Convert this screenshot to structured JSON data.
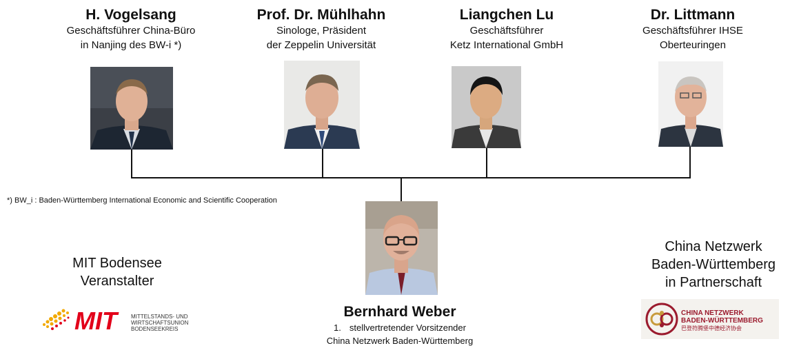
{
  "people": [
    {
      "name": "H. Vogelsang",
      "role1": "Geschäftsführer China-Büro",
      "role2": "in Nanjing des BW-i *)"
    },
    {
      "name": "Prof. Dr. Mühlhahn",
      "role1": "Sinologe, Präsident",
      "role2": "der Zeppelin Universität"
    },
    {
      "name": "Liangchen Lu",
      "role1": "Geschäftsführer",
      "role2": "Ketz International GmbH"
    },
    {
      "name": "Dr. Littmann",
      "role1": "Geschäftsführer IHSE",
      "role2": "Oberteuringen"
    }
  ],
  "center": {
    "name": "Bernhard Weber",
    "list_marker": "1.",
    "role1": "stellvertretender Vorsitzender",
    "role2": "China Netzwerk Baden-Württemberg"
  },
  "footnote": "*) BW_i : Baden-Württemberg International Economic and Scientific Cooperation",
  "left_block": {
    "line1": "MIT Bodensee",
    "line2": "Veranstalter"
  },
  "right_block": {
    "line1": "China Netzwerk",
    "line2": "Baden-Württemberg",
    "line3": "in Partnerschaft"
  },
  "mit_logo": {
    "word": "MIT",
    "sub1": "MITTELSTANDS- UND",
    "sub2": "WIRTSCHAFTSUNION",
    "sub3": "BODENSEEKREIS"
  },
  "cn_logo": {
    "line1": "CHINA NETZWERK",
    "line2": "BADEN-WÜRTTEMBERG",
    "line3": "巴登符腾堡中德经济协会"
  },
  "colors": {
    "mit_red": "#e2001a",
    "mit_dots": "#f2a900",
    "cn_red": "#9b1b2e",
    "cn_gold": "#c89b3c"
  }
}
